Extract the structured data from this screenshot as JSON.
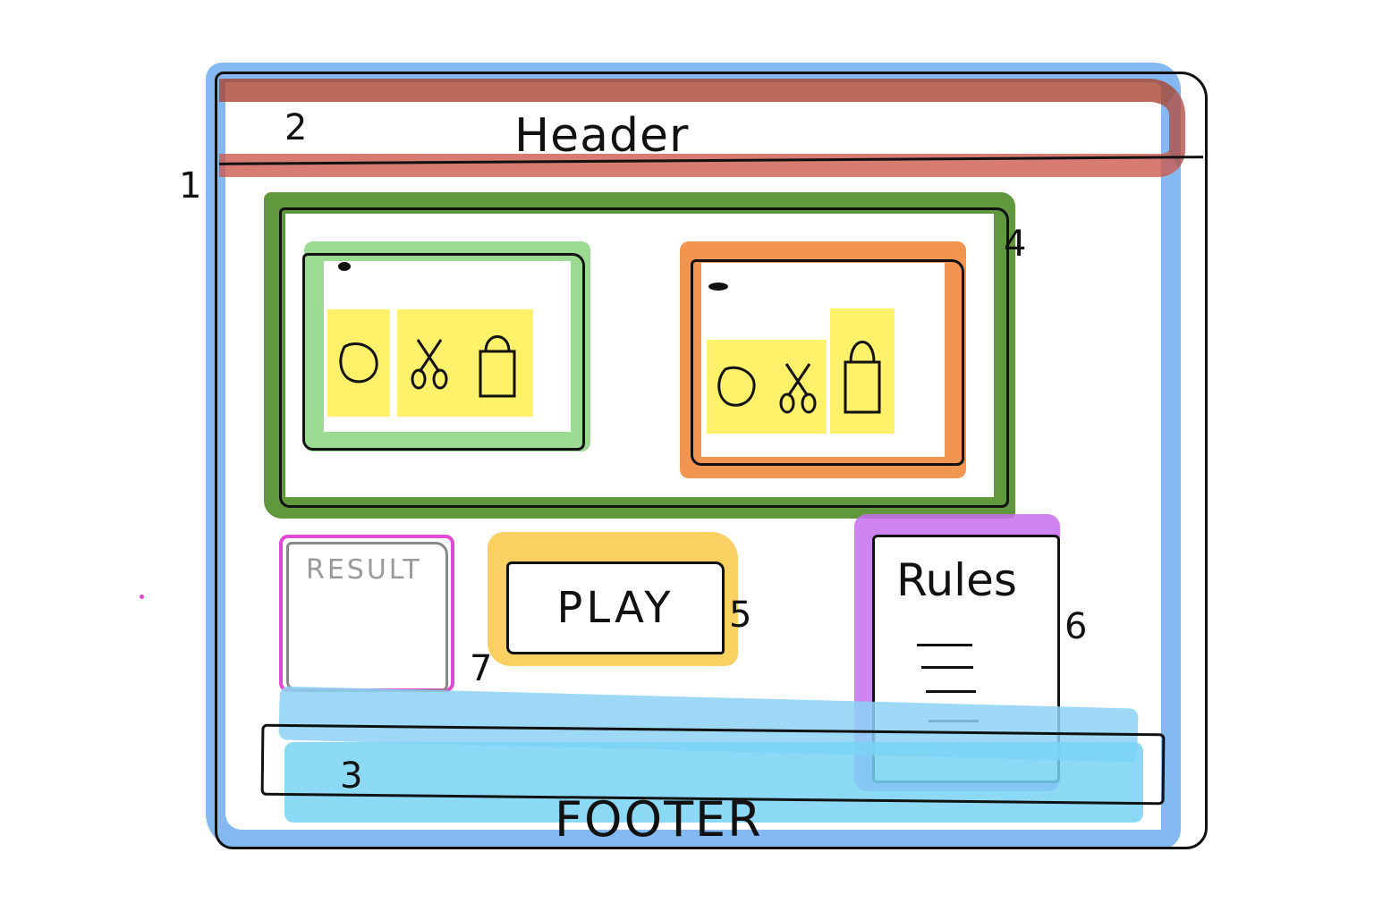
{
  "header": {
    "title": "Header"
  },
  "footer": {
    "title": "FOOTER"
  },
  "result": {
    "label": "RESULT"
  },
  "play": {
    "label": "PLAY"
  },
  "rules": {
    "title": "Rules",
    "lines": 4
  },
  "annotations": {
    "frame": "1",
    "header": "2",
    "footer": "3",
    "choices": "4",
    "play": "5",
    "rules": "6",
    "result": "7"
  },
  "choices": {
    "player_options": [
      "rock-icon",
      "scissors-icon",
      "paper-bag-icon"
    ],
    "computer_options": [
      "rock-icon",
      "scissors-icon",
      "paper-bag-icon"
    ]
  },
  "colors": {
    "frame": "#5aa0eb",
    "header": "#b05040",
    "choices": "#508c28",
    "player_card": "#78cd6e",
    "computer_card": "#f08232",
    "option": "#ffee50",
    "result": "#e24ad6",
    "play": "#fac846",
    "rules": "#c86ef0",
    "footer": "#78d2f5"
  }
}
